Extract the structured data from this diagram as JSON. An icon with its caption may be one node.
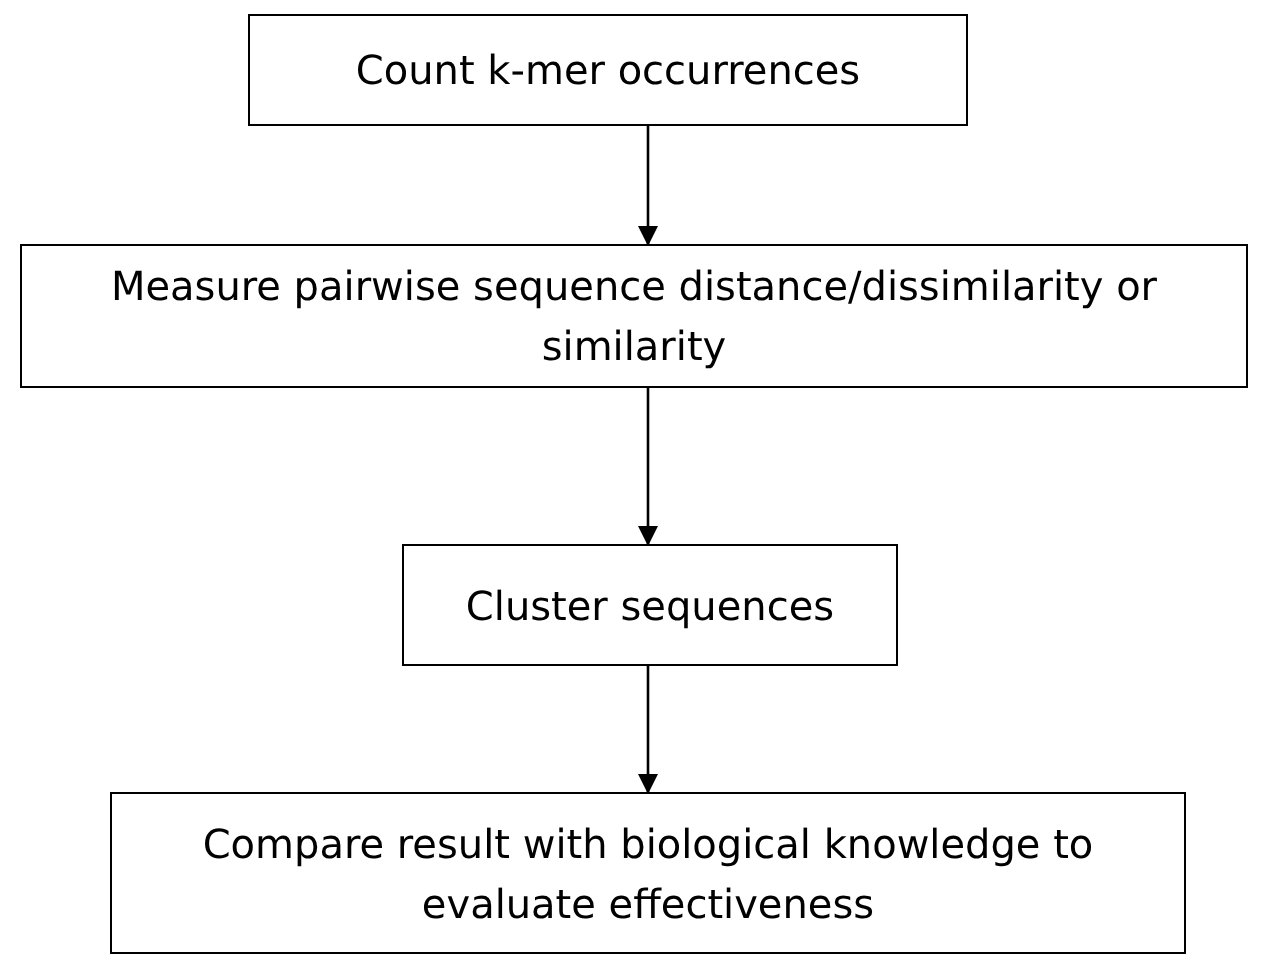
{
  "diagram": {
    "nodes": [
      {
        "text": [
          "Count k-mer occurrences"
        ]
      },
      {
        "text": [
          "Measure pairwise sequence distance/dissimilarity or similarity"
        ]
      },
      {
        "text": [
          "Cluster sequences"
        ]
      },
      {
        "text": [
          "Compare result with biological knowledge to evaluate effectiveness"
        ]
      }
    ],
    "edges": [
      {
        "from": 0,
        "to": 1,
        "arrow": "to"
      },
      {
        "from": 1,
        "to": 2,
        "arrow": "to"
      },
      {
        "from": 2,
        "to": 3,
        "arrow": "to"
      }
    ]
  }
}
